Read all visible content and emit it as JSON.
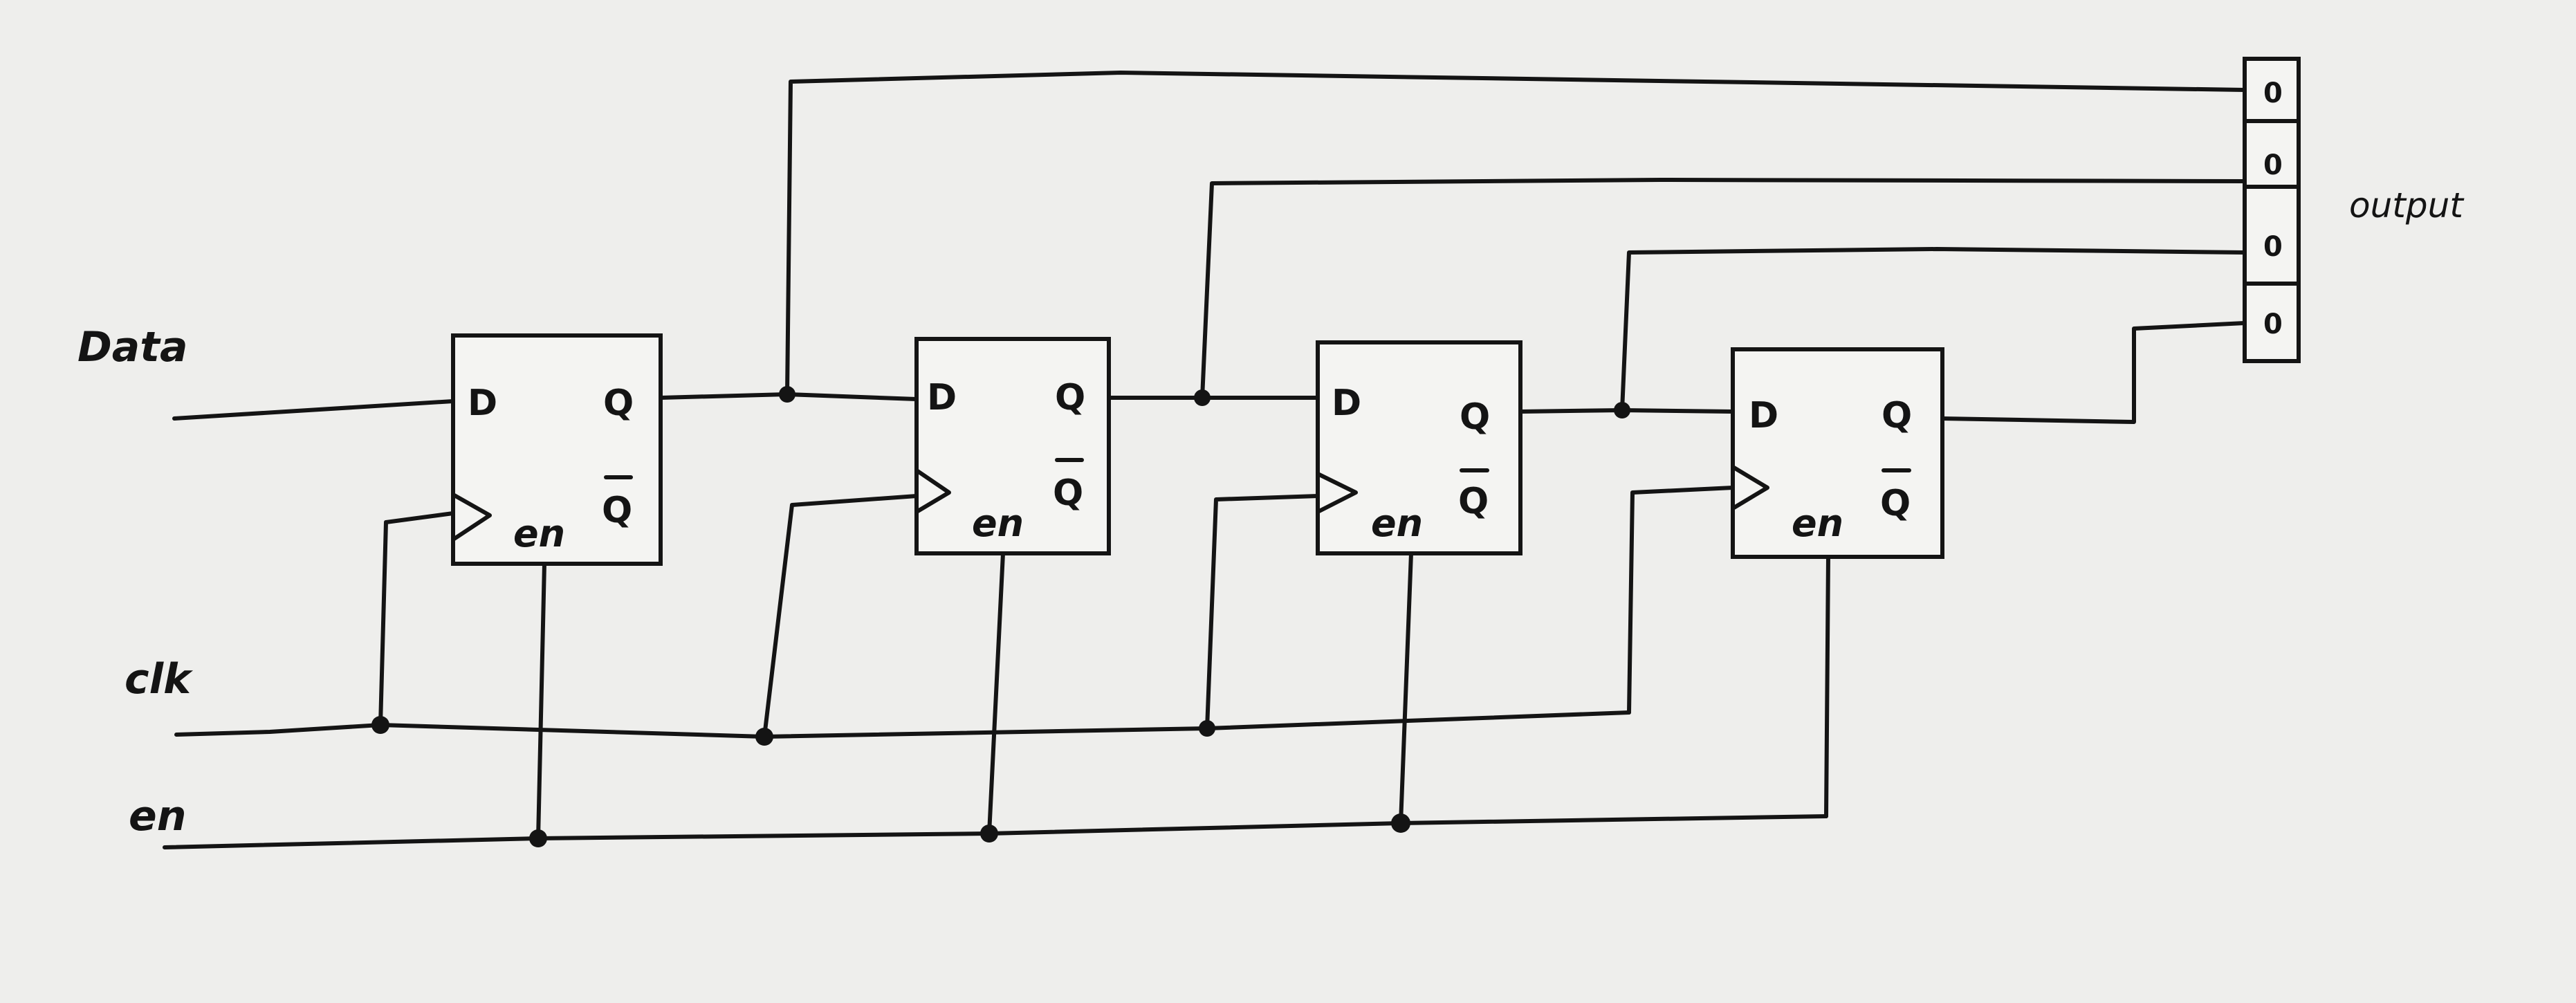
{
  "labels": {
    "data": "Data",
    "clk": "clk",
    "en": "en",
    "output": "output"
  },
  "flip_flop_pins": {
    "d": "D",
    "q": "Q",
    "q_bar": "Q",
    "en": "en"
  },
  "flip_flops": [
    {
      "id": "ff1"
    },
    {
      "id": "ff2"
    },
    {
      "id": "ff3"
    },
    {
      "id": "ff4"
    }
  ],
  "output_register": [
    "0",
    "0",
    "0",
    "0"
  ],
  "colors": {
    "ink": "#141414",
    "paper": "#eeeeec"
  }
}
